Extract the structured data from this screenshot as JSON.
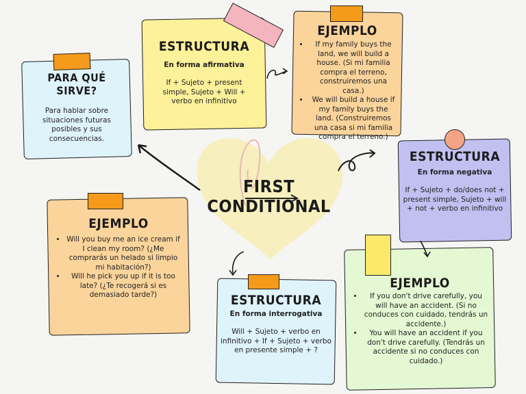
{
  "center": {
    "title_line1": "FIRST",
    "title_line2": "CONDITIONAL"
  },
  "purpose": {
    "title": "PARA QUÉ SIRVE?",
    "text": "Para hablar sobre situaciones futuras posibles y sus consecuencias."
  },
  "affirmative": {
    "title": "ESTRUCTURA",
    "subtitle": "En forma afirmativa",
    "formula": "If + Sujeto + present simple, Sujeto + Will + verbo en infinitivo"
  },
  "affirmative_example": {
    "title": "EJEMPLO",
    "items": [
      "If my family buys the land, we will build a house. (Si mi familia compra el terreno, construiremos una casa.)",
      "We will build a house if my family buys the land. (Construiremos una casa si mi familia compra el terreno.)"
    ]
  },
  "negative": {
    "title": "ESTRUCTURA",
    "subtitle": "En forma negativa",
    "formula": "If + Sujeto + do/does not + present simple, Sujeto + will + not + verbo en infinitivo"
  },
  "negative_example": {
    "title": "EJEMPLO",
    "items": [
      "If you don't drive carefully, you will have an accident. (Si no conduces con cuidado, tendrás un accidente.)",
      "You will have an accident if you don't drive carefully. (Tendrás un accidente si no conduces con cuidado.)"
    ]
  },
  "interrogative": {
    "title": "ESTRUCTURA",
    "subtitle": "En forma interrogativa",
    "formula": "Will + Sujeto + verbo en infinitivo + If + Sujeto + verbo en presente simple + ?"
  },
  "interrogative_example": {
    "title": "EJEMPLO",
    "items": [
      "Will you buy me an ice cream if I clean my room? (¿Me comprarás un helado si limpio mi habitación?)",
      "Will he pick you up if it is too late? (¿Te recogerá si es demasiado tarde?)"
    ]
  },
  "colors": {
    "background": "#f5f5f3",
    "heart": "#f7efbe",
    "blue_note": "#dff3fb",
    "yellow_note": "#fdf19a",
    "orange_note": "#fbd49c",
    "purple_note": "#c1c0f1",
    "green_note": "#e4f8d3",
    "tape_orange": "#f59a1a",
    "tape_pink": "#f4b5be",
    "tape_yellow": "#fae96a",
    "pin": "#f4a484"
  }
}
